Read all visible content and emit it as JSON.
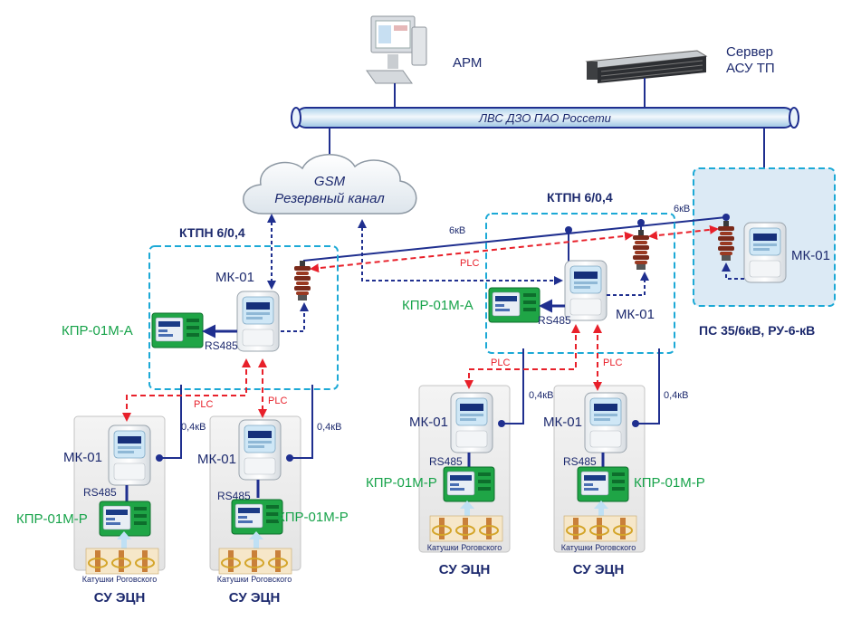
{
  "colors": {
    "bus_blue": "#1f2f8f",
    "plc_red": "#e8202a",
    "dash_cyan": "#1ca9d6",
    "green_label": "#17a34a",
    "navy_text": "#1d2a6e",
    "station_fill": "#dceaf5"
  },
  "top": {
    "arm_label": "АРМ",
    "server_line1": "Сервер",
    "server_line2": "АСУ ТП",
    "bus_label": "ЛВС ДЗО ПАО Россети",
    "cloud_line1": "GSM",
    "cloud_line2": "Резервный канал"
  },
  "ktpn_left": {
    "title": "КТПН 6/0,4",
    "meter": "МК-01",
    "kpr": "КПР-01М-А",
    "rs485": "RS485"
  },
  "ktpn_right": {
    "title": "КТПН 6/0,4",
    "meter": "МК-01",
    "kpr": "КПР-01М-А",
    "rs485": "RS485"
  },
  "substation": {
    "meter": "МК-01",
    "title": "ПС 35/6кВ, РУ-6-кВ"
  },
  "lines": {
    "v6kv_a": "6кВ",
    "v6kv_b": "6кВ",
    "plc_top": "PLC",
    "v04_1": "0,4кВ",
    "v04_2": "0,4кВ",
    "v04_3": "0,4кВ",
    "v04_4": "0,4кВ",
    "plc_1": "PLC",
    "plc_2": "PLC",
    "plc_3": "PLC",
    "plc_4": "PLC"
  },
  "units": [
    {
      "meter": "МК-01",
      "rs485": "RS485",
      "kpr": "КПР-01М-Р",
      "coils": "Катушки Роговского",
      "title": "СУ ЭЦН"
    },
    {
      "meter": "МК-01",
      "rs485": "RS485",
      "kpr": "КПР-01М-Р",
      "coils": "Катушки Роговского",
      "title": "СУ ЭЦН"
    },
    {
      "meter": "МК-01",
      "rs485": "RS485",
      "kpr": "КПР-01М-Р",
      "coils": "Катушки Роговского",
      "title": "СУ ЭЦН"
    },
    {
      "meter": "МК-01",
      "rs485": "RS485",
      "kpr": "КПР-01М-Р",
      "coils": "Катушки Роговского",
      "title": "СУ ЭЦН"
    }
  ]
}
